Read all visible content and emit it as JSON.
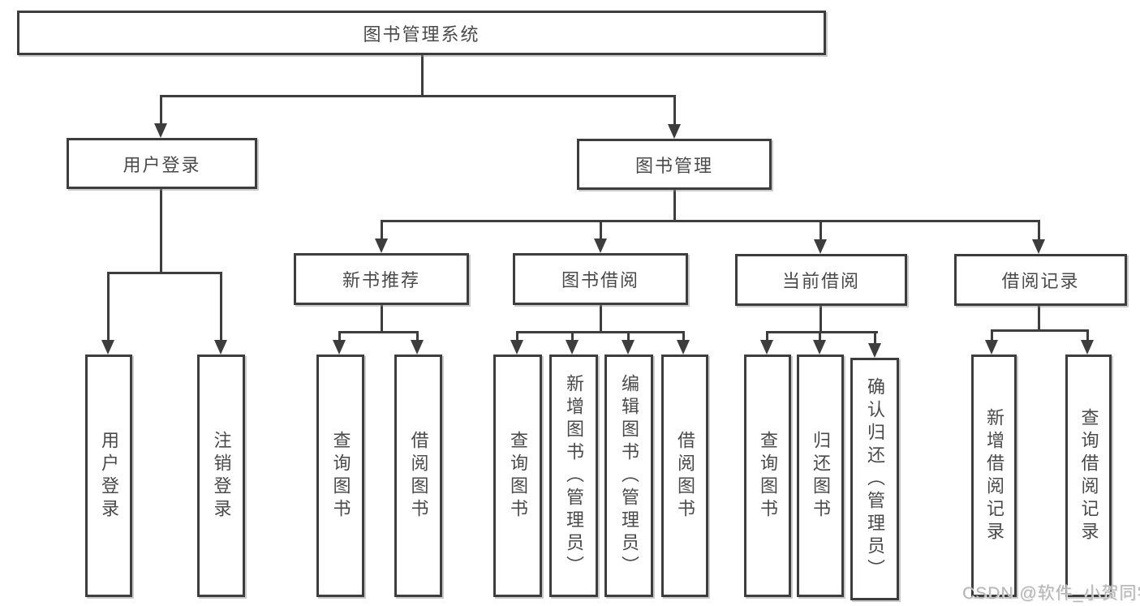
{
  "colors": {
    "line": "#3d3d3d",
    "text": "#4a4a4a",
    "watermark": "#b6b6b6",
    "background": "#ffffff"
  },
  "diagram": {
    "root": "图书管理系统",
    "level1": [
      {
        "label": "用户登录"
      },
      {
        "label": "图书管理"
      }
    ],
    "level2": [
      {
        "label": "新书推荐"
      },
      {
        "label": "图书借阅"
      },
      {
        "label": "当前借阅"
      },
      {
        "label": "借阅记录"
      }
    ],
    "leaves": {
      "user_login": [
        "用户登录",
        "注销登录"
      ],
      "new_book_recommend": [
        "查询图书",
        "借阅图书"
      ],
      "book_borrow": [
        "查询图书",
        "新增图书（管理员）",
        "编辑图书（管理员）",
        "借阅图书"
      ],
      "current_borrow": [
        "查询图书",
        "归还图书",
        "确认归还（管理员）"
      ],
      "borrow_record": [
        "新增借阅记录",
        "查询借阅记录"
      ]
    }
  },
  "watermark": "CSDN @软件_小贺同学"
}
